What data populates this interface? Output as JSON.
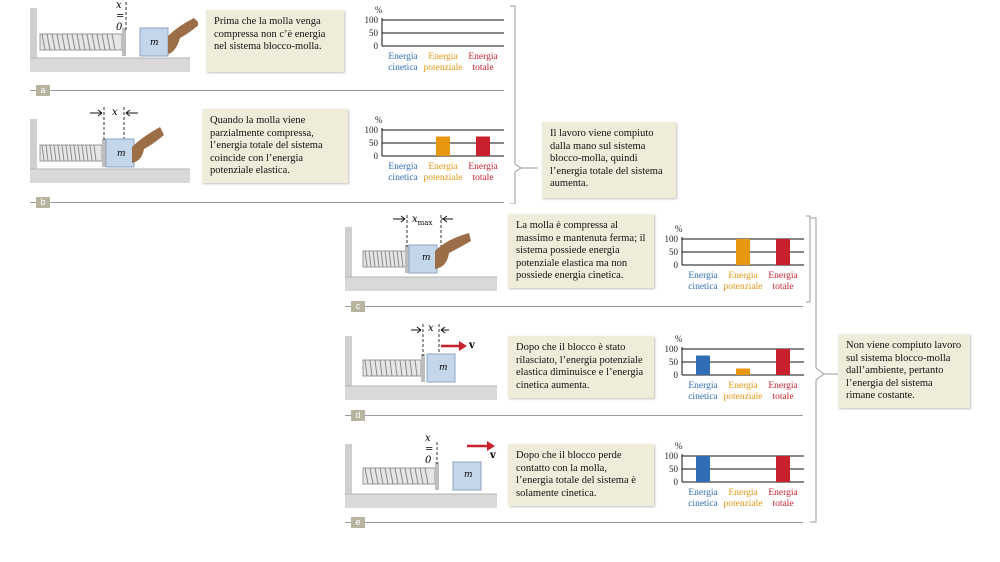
{
  "colors": {
    "kinetic": "#2f6db5",
    "potential": "#e8960f",
    "total": "#c8202c",
    "callout_bg": "#efecd9",
    "step_label": "#b7b4a0"
  },
  "axis": {
    "unit": "%",
    "ticks": [
      "100",
      "50",
      "0"
    ]
  },
  "categories": [
    {
      "line1": "Energia",
      "line2": "cinetica"
    },
    {
      "line1": "Energia",
      "line2": "potenziale"
    },
    {
      "line1": "Energia",
      "line2": "totale"
    }
  ],
  "panels": [
    {
      "step": "a",
      "scene_label": "x = 0",
      "mass_label": "m",
      "callout": "Prima che la molla venga compressa non c’è energia nel sistema blocco-molla."
    },
    {
      "step": "b",
      "scene_label": "x",
      "mass_label": "m",
      "callout": "Quando la molla viene parzialmente compressa, l’energia totale del sistema coincide con l’energia potenziale elastica."
    },
    {
      "step": "c",
      "scene_label": "x",
      "scene_label_sub": "max",
      "mass_label": "m",
      "callout": "La molla è compressa al massimo e mantenuta ferma; il sistema possiede energia potenziale elastica ma non possiede energia cinetica."
    },
    {
      "step": "d",
      "scene_label": "x",
      "velocity_label": "v",
      "mass_label": "m",
      "callout": "Dopo che il blocco è stato rilasciato, l’energia potenziale elastica diminuisce e l’energia cinetica aumenta."
    },
    {
      "step": "e",
      "scene_label": "x = 0",
      "velocity_label": "v",
      "mass_label": "m",
      "callout": "Dopo che il blocco perde contatto con la molla, l’energia totale del sistema è solamente cinetica."
    }
  ],
  "right_callouts": {
    "work": "Il lavoro viene compiuto dalla mano sul sistema blocco-molla, quindi l’energia totale del sistema aumenta.",
    "no_work": "Non viene compiuto lavoro sul sistema blocco-molla dall’ambiente, pertanto l’energia del sistema rimane costante."
  },
  "chart_data": [
    {
      "type": "bar",
      "panel": "a",
      "categories": [
        "Energia cinetica",
        "Energia potenziale",
        "Energia totale"
      ],
      "values": [
        0,
        0,
        0
      ],
      "ylim": [
        0,
        100
      ],
      "ylabel": "%"
    },
    {
      "type": "bar",
      "panel": "b",
      "categories": [
        "Energia cinetica",
        "Energia potenziale",
        "Energia totale"
      ],
      "values": [
        0,
        75,
        75
      ],
      "ylim": [
        0,
        100
      ],
      "ylabel": "%"
    },
    {
      "type": "bar",
      "panel": "c",
      "categories": [
        "Energia cinetica",
        "Energia potenziale",
        "Energia totale"
      ],
      "values": [
        0,
        100,
        100
      ],
      "ylim": [
        0,
        100
      ],
      "ylabel": "%"
    },
    {
      "type": "bar",
      "panel": "d",
      "categories": [
        "Energia cinetica",
        "Energia potenziale",
        "Energia totale"
      ],
      "values": [
        75,
        25,
        100
      ],
      "ylim": [
        0,
        100
      ],
      "ylabel": "%"
    },
    {
      "type": "bar",
      "panel": "e",
      "categories": [
        "Energia cinetica",
        "Energia potenziale",
        "Energia totale"
      ],
      "values": [
        100,
        0,
        100
      ],
      "ylim": [
        0,
        100
      ],
      "ylabel": "%"
    }
  ]
}
